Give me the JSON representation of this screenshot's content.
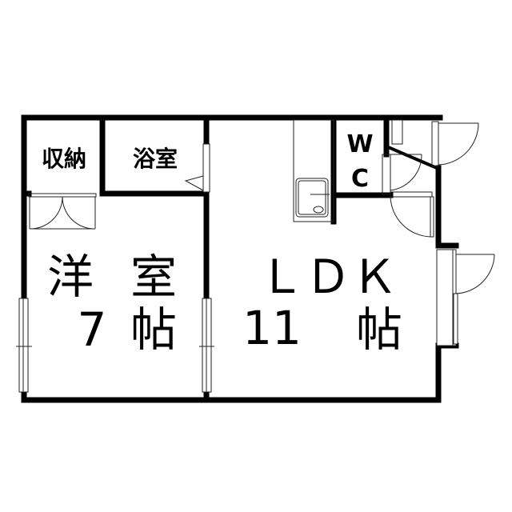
{
  "rooms": {
    "storage": "収納",
    "bathroom": "浴室",
    "western_room": {
      "name_1": "洋",
      "name_2": "室",
      "size": "7",
      "unit": "帖"
    },
    "ldk": {
      "name": "ＬＤＫ",
      "size": "11",
      "unit": "帖"
    },
    "wc": {
      "w": "W",
      "c": "C"
    }
  }
}
